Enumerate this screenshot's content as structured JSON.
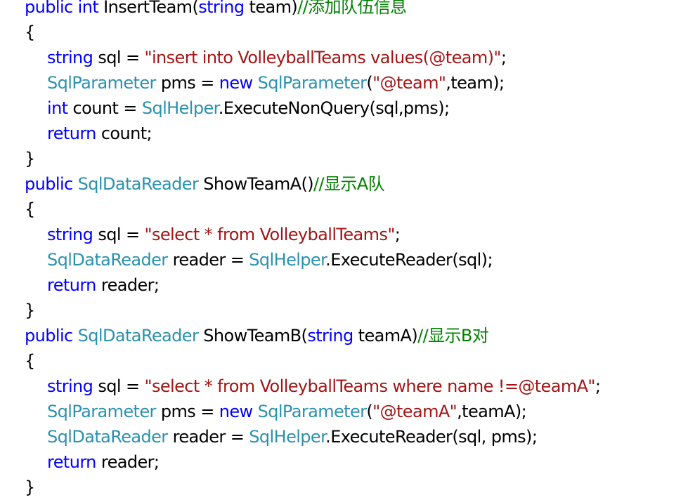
{
  "colors": {
    "background": "#ffffff",
    "keyword": "#0000ff",
    "type": "#2b91af",
    "string": "#a31515",
    "comment": "#008000",
    "plain": "#000000"
  },
  "code": {
    "lines": [
      {
        "indent": 0,
        "tokens": [
          {
            "kind": "kw",
            "text": "public"
          },
          {
            "kind": "plain",
            "text": " "
          },
          {
            "kind": "kw",
            "text": "int"
          },
          {
            "kind": "plain",
            "text": " InsertTeam("
          },
          {
            "kind": "kw",
            "text": "string"
          },
          {
            "kind": "plain",
            "text": " team)"
          },
          {
            "kind": "cmt",
            "text": "//添加队伍信息"
          }
        ]
      },
      {
        "indent": 0,
        "tokens": [
          {
            "kind": "plain",
            "text": "{"
          }
        ]
      },
      {
        "indent": 1,
        "tokens": [
          {
            "kind": "kw",
            "text": "string"
          },
          {
            "kind": "plain",
            "text": " sql = "
          },
          {
            "kind": "str",
            "text": "\"insert into VolleyballTeams values(@team)\""
          },
          {
            "kind": "plain",
            "text": ";"
          }
        ]
      },
      {
        "indent": 1,
        "tokens": [
          {
            "kind": "type",
            "text": "SqlParameter"
          },
          {
            "kind": "plain",
            "text": " pms = "
          },
          {
            "kind": "kw",
            "text": "new"
          },
          {
            "kind": "plain",
            "text": " "
          },
          {
            "kind": "type",
            "text": "SqlParameter"
          },
          {
            "kind": "plain",
            "text": "("
          },
          {
            "kind": "str",
            "text": "\"@team\""
          },
          {
            "kind": "plain",
            "text": ",team);"
          }
        ]
      },
      {
        "indent": 1,
        "tokens": [
          {
            "kind": "kw",
            "text": "int"
          },
          {
            "kind": "plain",
            "text": " count = "
          },
          {
            "kind": "type",
            "text": "SqlHelper"
          },
          {
            "kind": "plain",
            "text": ".ExecuteNonQuery(sql,pms);"
          }
        ]
      },
      {
        "indent": 1,
        "tokens": [
          {
            "kind": "kw",
            "text": "return"
          },
          {
            "kind": "plain",
            "text": " count;"
          }
        ]
      },
      {
        "indent": 0,
        "tokens": [
          {
            "kind": "plain",
            "text": "}"
          }
        ]
      },
      {
        "indent": 0,
        "tokens": [
          {
            "kind": "kw",
            "text": "public"
          },
          {
            "kind": "plain",
            "text": " "
          },
          {
            "kind": "type",
            "text": "SqlDataReader"
          },
          {
            "kind": "plain",
            "text": " ShowTeamA()"
          },
          {
            "kind": "cmt",
            "text": "//显示A队"
          }
        ]
      },
      {
        "indent": 0,
        "tokens": [
          {
            "kind": "plain",
            "text": "{"
          }
        ]
      },
      {
        "indent": 1,
        "tokens": [
          {
            "kind": "kw",
            "text": "string"
          },
          {
            "kind": "plain",
            "text": " sql = "
          },
          {
            "kind": "str",
            "text": "\"select * from VolleyballTeams\""
          },
          {
            "kind": "plain",
            "text": ";"
          }
        ]
      },
      {
        "indent": 1,
        "tokens": [
          {
            "kind": "type",
            "text": "SqlDataReader"
          },
          {
            "kind": "plain",
            "text": " reader = "
          },
          {
            "kind": "type",
            "text": "SqlHelper"
          },
          {
            "kind": "plain",
            "text": ".ExecuteReader(sql);"
          }
        ]
      },
      {
        "indent": 1,
        "tokens": [
          {
            "kind": "kw",
            "text": "return"
          },
          {
            "kind": "plain",
            "text": " reader;"
          }
        ]
      },
      {
        "indent": 0,
        "tokens": [
          {
            "kind": "plain",
            "text": "}"
          }
        ]
      },
      {
        "indent": 0,
        "tokens": [
          {
            "kind": "kw",
            "text": "public"
          },
          {
            "kind": "plain",
            "text": " "
          },
          {
            "kind": "type",
            "text": "SqlDataReader"
          },
          {
            "kind": "plain",
            "text": " ShowTeamB("
          },
          {
            "kind": "kw",
            "text": "string"
          },
          {
            "kind": "plain",
            "text": " teamA)"
          },
          {
            "kind": "cmt",
            "text": "//显示B对"
          }
        ]
      },
      {
        "indent": 0,
        "tokens": [
          {
            "kind": "plain",
            "text": "{"
          }
        ]
      },
      {
        "indent": 1,
        "tokens": [
          {
            "kind": "kw",
            "text": "string"
          },
          {
            "kind": "plain",
            "text": " sql = "
          },
          {
            "kind": "str",
            "text": "\"select * from VolleyballTeams where name !=@teamA\""
          },
          {
            "kind": "plain",
            "text": ";"
          }
        ]
      },
      {
        "indent": 1,
        "tokens": [
          {
            "kind": "type",
            "text": "SqlParameter"
          },
          {
            "kind": "plain",
            "text": " pms = "
          },
          {
            "kind": "kw",
            "text": "new"
          },
          {
            "kind": "plain",
            "text": " "
          },
          {
            "kind": "type",
            "text": "SqlParameter"
          },
          {
            "kind": "plain",
            "text": "("
          },
          {
            "kind": "str",
            "text": "\"@teamA\""
          },
          {
            "kind": "plain",
            "text": ",teamA);"
          }
        ]
      },
      {
        "indent": 1,
        "tokens": [
          {
            "kind": "type",
            "text": "SqlDataReader"
          },
          {
            "kind": "plain",
            "text": " reader = "
          },
          {
            "kind": "type",
            "text": "SqlHelper"
          },
          {
            "kind": "plain",
            "text": ".ExecuteReader(sql, pms);"
          }
        ]
      },
      {
        "indent": 1,
        "tokens": [
          {
            "kind": "kw",
            "text": "return"
          },
          {
            "kind": "plain",
            "text": " reader;"
          }
        ]
      },
      {
        "indent": 0,
        "tokens": [
          {
            "kind": "plain",
            "text": "}"
          }
        ]
      }
    ]
  }
}
